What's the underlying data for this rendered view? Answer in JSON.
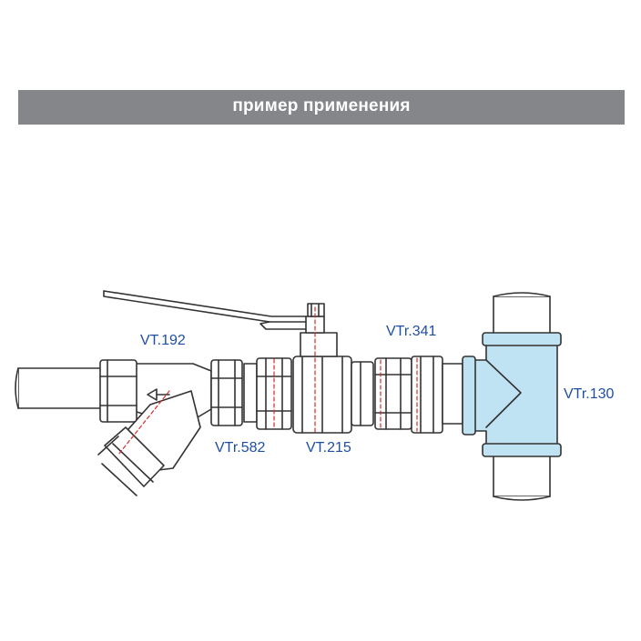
{
  "header": {
    "title": "пример применения"
  },
  "labels": {
    "filter": "VT.192",
    "union": "VTr.582",
    "ball_valve": "VT.215",
    "nipple": "VTr.341",
    "tee": "VTr.130"
  },
  "colors": {
    "banner_bg": "#848689",
    "label_text": "#1f4fa3",
    "outline": "#333333",
    "tee_fill": "#bfe3f3",
    "section_line": "#d62b2b"
  }
}
